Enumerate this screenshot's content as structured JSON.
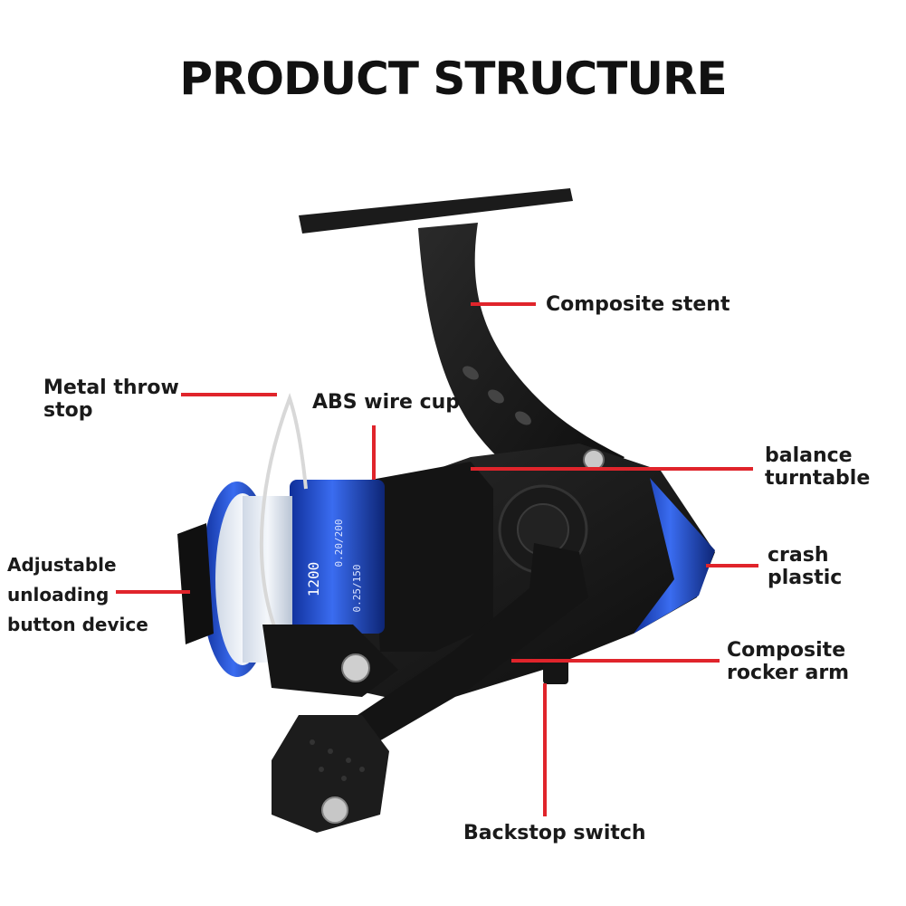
{
  "title": "PRODUCT STRUCTURE",
  "colors": {
    "leader_line": "#e0242b",
    "accent_blue": "#1f4fd6",
    "body_black": "#161616",
    "background": "#ffffff"
  },
  "labels": {
    "composite_stent": [
      "Composite stent"
    ],
    "metal_throw_stop": [
      "Metal throw",
      "stop"
    ],
    "abs_wire_cup": [
      "ABS wire cup"
    ],
    "balance_turntable": [
      "balance",
      "turntable"
    ],
    "adjustable_unloading": [
      "Adjustable",
      "unloading",
      "button device"
    ],
    "crash_plastic": [
      "crash",
      "plastic"
    ],
    "composite_rocker_arm": [
      "Composite",
      "rocker arm"
    ],
    "backstop_switch": [
      "Backstop switch"
    ]
  },
  "spool_markings": [
    "1200",
    "0.20/200",
    "0.25/150"
  ]
}
